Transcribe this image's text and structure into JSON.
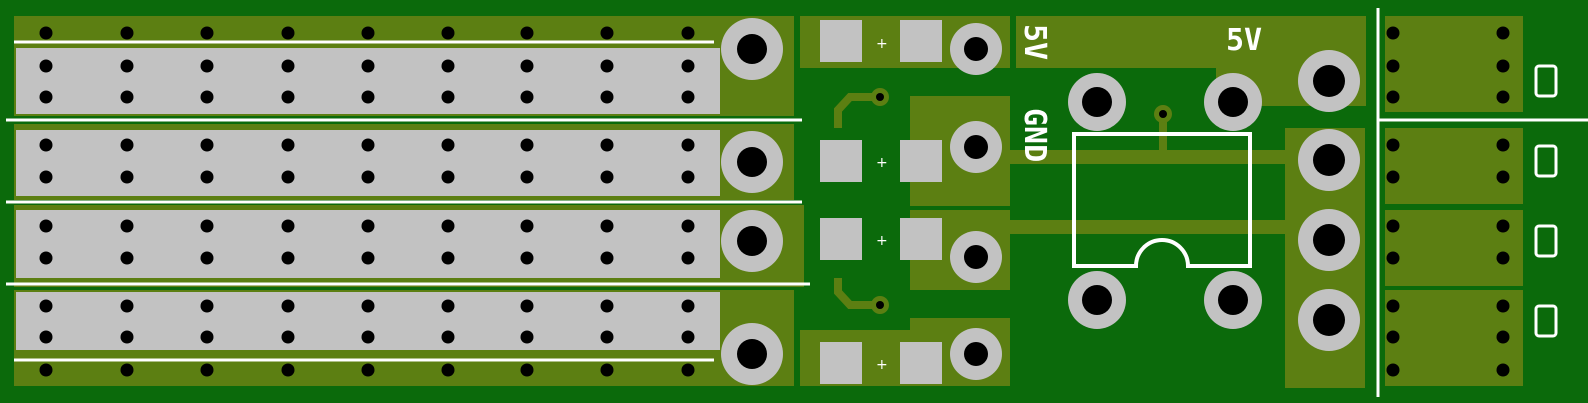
{
  "board": {
    "labels": {
      "top_5v_vertical": "5V",
      "gnd_vertical": "GND",
      "right_5v": "5V"
    },
    "colors": {
      "soldermask": "#0b6a0b",
      "copper_pour": "#5c7f12",
      "pad": "#c2c2c2",
      "drill": "#000000",
      "silkscreen": "#ffffff"
    },
    "components": {
      "breadboard_strips": 4,
      "large_pads_column": 4,
      "smd_pad_pairs": 4,
      "dip_package_pins": 4,
      "header_pins_right": 4
    }
  }
}
